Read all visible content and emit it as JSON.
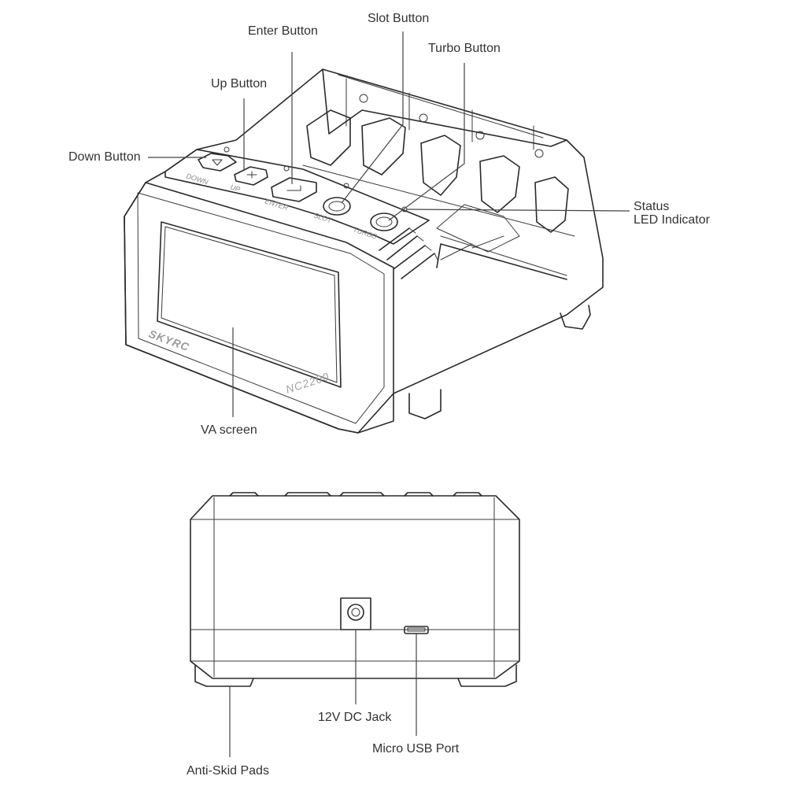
{
  "callouts": {
    "down_button": "Down Button",
    "up_button": "Up Button",
    "enter_button": "Enter Button",
    "slot_button": "Slot Button",
    "turbo_button": "Turbo Button",
    "status_led_line1": "Status",
    "status_led_line2": "LED Indicator",
    "va_screen": "VA screen",
    "dc_jack": "12V DC Jack",
    "micro_usb": "Micro USB Port",
    "anti_skid": "Anti-Skid Pads"
  },
  "device": {
    "brand": "SKYRC",
    "model": "NC2200",
    "button_labels": {
      "down": "DOWN",
      "up": "UP",
      "enter": "ENTER",
      "slot": "SLOT",
      "turbo": "TURBO"
    }
  }
}
